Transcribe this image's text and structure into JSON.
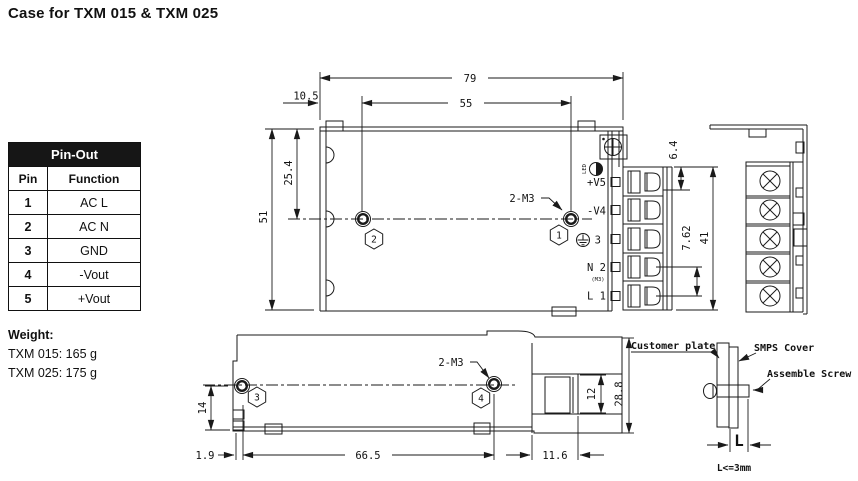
{
  "title": "Case for TXM 015 & TXM 025",
  "pinout": {
    "header": "Pin-Out",
    "col_pin": "Pin",
    "col_function": "Function",
    "rows": [
      {
        "pin": "1",
        "fn": "AC L"
      },
      {
        "pin": "2",
        "fn": "AC N"
      },
      {
        "pin": "3",
        "fn": "GND"
      },
      {
        "pin": "4",
        "fn": "-Vout"
      },
      {
        "pin": "5",
        "fn": "+Vout"
      }
    ]
  },
  "weight": {
    "label": "Weight:",
    "line1": "TXM 015: 165 g",
    "line2": "TXM 025: 175 g"
  },
  "front_view": {
    "dim_79": "79",
    "dim_10_5": "10.5",
    "dim_55": "55",
    "dim_25_4": "25.4",
    "dim_51": "51",
    "dim_6_4": "6.4",
    "dim_7_62": "7.62",
    "dim_41": "41",
    "screw_label": "2-M3",
    "callout_1": "1",
    "callout_2": "2",
    "led_label": "LED",
    "terminals": {
      "t5": "+V5",
      "t4": "-V4",
      "t3": "3",
      "t2": "N 2",
      "t1": "L 1",
      "note": "(M3)"
    }
  },
  "bottom_view": {
    "dim_1_9": "1.9",
    "dim_66_5": "66.5",
    "dim_11_6": "11.6",
    "dim_14": "14",
    "dim_12": "12",
    "dim_28_8": "28.8",
    "screw_label": "2-M3",
    "callout_3": "3",
    "callout_4": "4"
  },
  "detail_view": {
    "customer_plate": "Customer plate",
    "smps_cover": "SMPS Cover",
    "assemble_screw": "Assemble Screw",
    "dim_letter": "L",
    "note": "L<=3mm"
  },
  "colors": {
    "line": "#1a1a1a",
    "table_header_bg": "#161616",
    "table_header_text": "#ffffff"
  }
}
